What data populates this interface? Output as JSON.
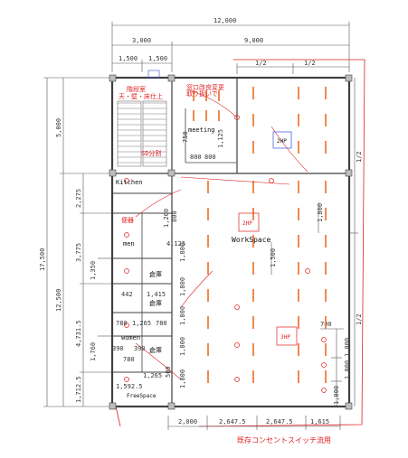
{
  "dims": {
    "top_total": "12,000",
    "top_left": "3,000",
    "top_right": "9,000",
    "sub1": "1,500",
    "sub2": "1,500",
    "half1": "1/2",
    "half2": "1/2",
    "left_total": "17,500",
    "left_upper": "5,000",
    "left_lower": "12,500",
    "l_2275": "2,275",
    "l_3775": "3,775",
    "l_1350": "1,350",
    "l_47315": "4,731.5",
    "l_1760": "1,760",
    "l_17125": "1,712.5",
    "bot_2000": "2,000",
    "bot_2647a": "2,647.5",
    "bot_2647b": "2,647.5",
    "bot_1615": "1,615",
    "r_half1": "1/2",
    "r_half2": "1/2",
    "r_1800": "1,800",
    "r_1500": "1,500",
    "r_700": "700",
    "r_1000a": "1,000",
    "r_1000b": "1,000",
    "r_1000c": "1,000",
    "m_750": "750",
    "m_1125": "1,125",
    "m_800a": "800",
    "m_800b": "800",
    "m_1200": "1,200",
    "m_800c": "800",
    "m_4125": "4,125",
    "m_1800_1": "1,800",
    "m_1800_2": "1,800",
    "m_1800_3": "1,800",
    "m_1800_4": "1,800",
    "m_1800_5": "1,800",
    "m_442": "442",
    "m_1415": "1,415",
    "m_780a": "780",
    "m_1265": "1,265",
    "m_780b": "780",
    "m_390a": "390",
    "m_390b": "390",
    "m_780c": "780",
    "m_1265b": "1,265",
    "m_15925": "1,592.5",
    "m_500": "500"
  },
  "labels": {
    "stairs_note_1": "階段室",
    "stairs_note_2": "天・壁・床仕上",
    "north_note_1": "窓口改良変更",
    "north_note_2": "取り扱いで",
    "meeting": "meeting",
    "sub_note": "SD分割",
    "kitchen": "Kitchen",
    "men": "men",
    "women": "women",
    "soko1": "倉庫",
    "soko2": "倉庫",
    "soko3": "倉庫",
    "workspace": "WorkSpace",
    "freespace": "FreeSpace",
    "ac1": "2HP",
    "ac2": "2HP",
    "ac3": "3HP",
    "toilet1": "便器",
    "bottom_note": "既存コンセントスイッチ流用"
  },
  "colors": {
    "wall": "#404040",
    "dim_line": "#555555",
    "red": "#e02020",
    "light": "#f08a50",
    "accent_blue": "#3a4fd6"
  }
}
